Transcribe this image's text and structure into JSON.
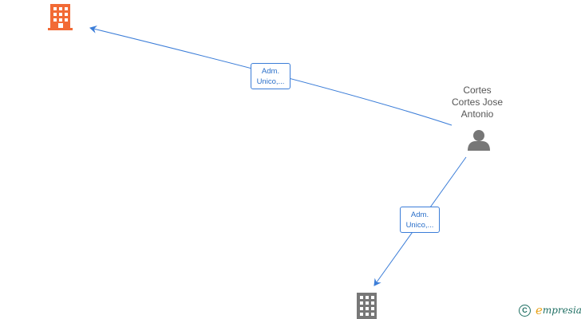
{
  "nodes": {
    "company_top": {
      "icon": "building-icon",
      "color": "#f26a35"
    },
    "person": {
      "icon": "person-icon",
      "color": "#777777",
      "name_lines": [
        "Cortes",
        "Cortes Jose",
        "Antonio"
      ]
    },
    "company_bottom": {
      "icon": "building-icon",
      "color": "#777777"
    }
  },
  "edges": [
    {
      "from": "person",
      "to": "company_top",
      "label_lines": [
        "Adm.",
        "Unico,..."
      ]
    },
    {
      "from": "person",
      "to": "company_bottom",
      "label_lines": [
        "Adm.",
        "Unico,..."
      ]
    }
  ],
  "colors": {
    "edge": "#3b7dd8"
  },
  "brand": {
    "copyright_symbol": "C",
    "first_letter": "e",
    "rest": "mpresia"
  }
}
